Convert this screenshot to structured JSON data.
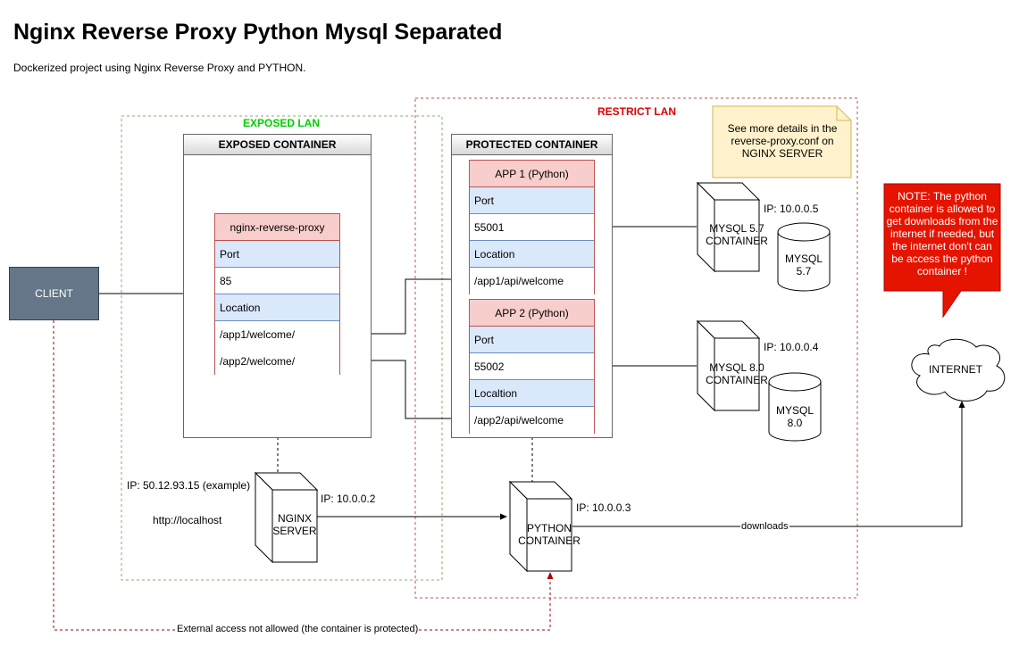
{
  "header": {
    "title": "Nginx Reverse Proxy Python Mysql Separated",
    "subtitle": "Dockerized project using Nginx Reverse Proxy and PYTHON."
  },
  "lans": {
    "exposed": "EXPOSED LAN",
    "restrict": "RESTRICT LAN",
    "exposed_color": "#00cc00",
    "restrict_color": "#dd0000"
  },
  "exposed_container": {
    "title": "EXPOSED CONTAINER",
    "table": {
      "header": "nginx-reverse-proxy",
      "rows": [
        "Port",
        "85",
        "Location",
        "/app1/welcome/",
        "/app2/welcome/"
      ]
    }
  },
  "protected_container": {
    "title": "PROTECTED CONTAINER",
    "app1": {
      "header": "APP 1 (Python)",
      "rows": [
        "Port",
        "55001",
        "Location",
        "/app1/api/welcome"
      ]
    },
    "app2": {
      "header": "APP 2 (Python)",
      "rows": [
        "Port",
        "55002",
        "Localtion",
        "/app2/api/welcome"
      ]
    }
  },
  "note_details": "See more details in the reverse-proxy.conf on NGINX SERVER",
  "note_warning": "NOTE: The python container is allowed to get downloads from the internet if needed, but the internet don't can be access the python container !",
  "client": "CLIENT",
  "internet": "INTERNET",
  "nginx_server": {
    "label": "NGINX SERVER",
    "ip": "IP: 10.0.0.2",
    "public_ip": "IP: 50.12.93.15 (example)",
    "url": "http://localhost"
  },
  "python_container": {
    "label": "PYTHON CONTAINER",
    "ip": "IP: 10.0.0.3"
  },
  "mysql57": {
    "container": "MYSQL 5.7 CONTAINER",
    "db": "MYSQL 5.7",
    "ip": "IP: 10.0.0.5"
  },
  "mysql80": {
    "container": "MYSQL 8.0 CONTAINER",
    "db": "MYSQL 8.0",
    "ip": "IP: 10.0.0.4"
  },
  "edges": {
    "downloads": "downloads",
    "external": "External access not allowed (the container is protected)"
  }
}
